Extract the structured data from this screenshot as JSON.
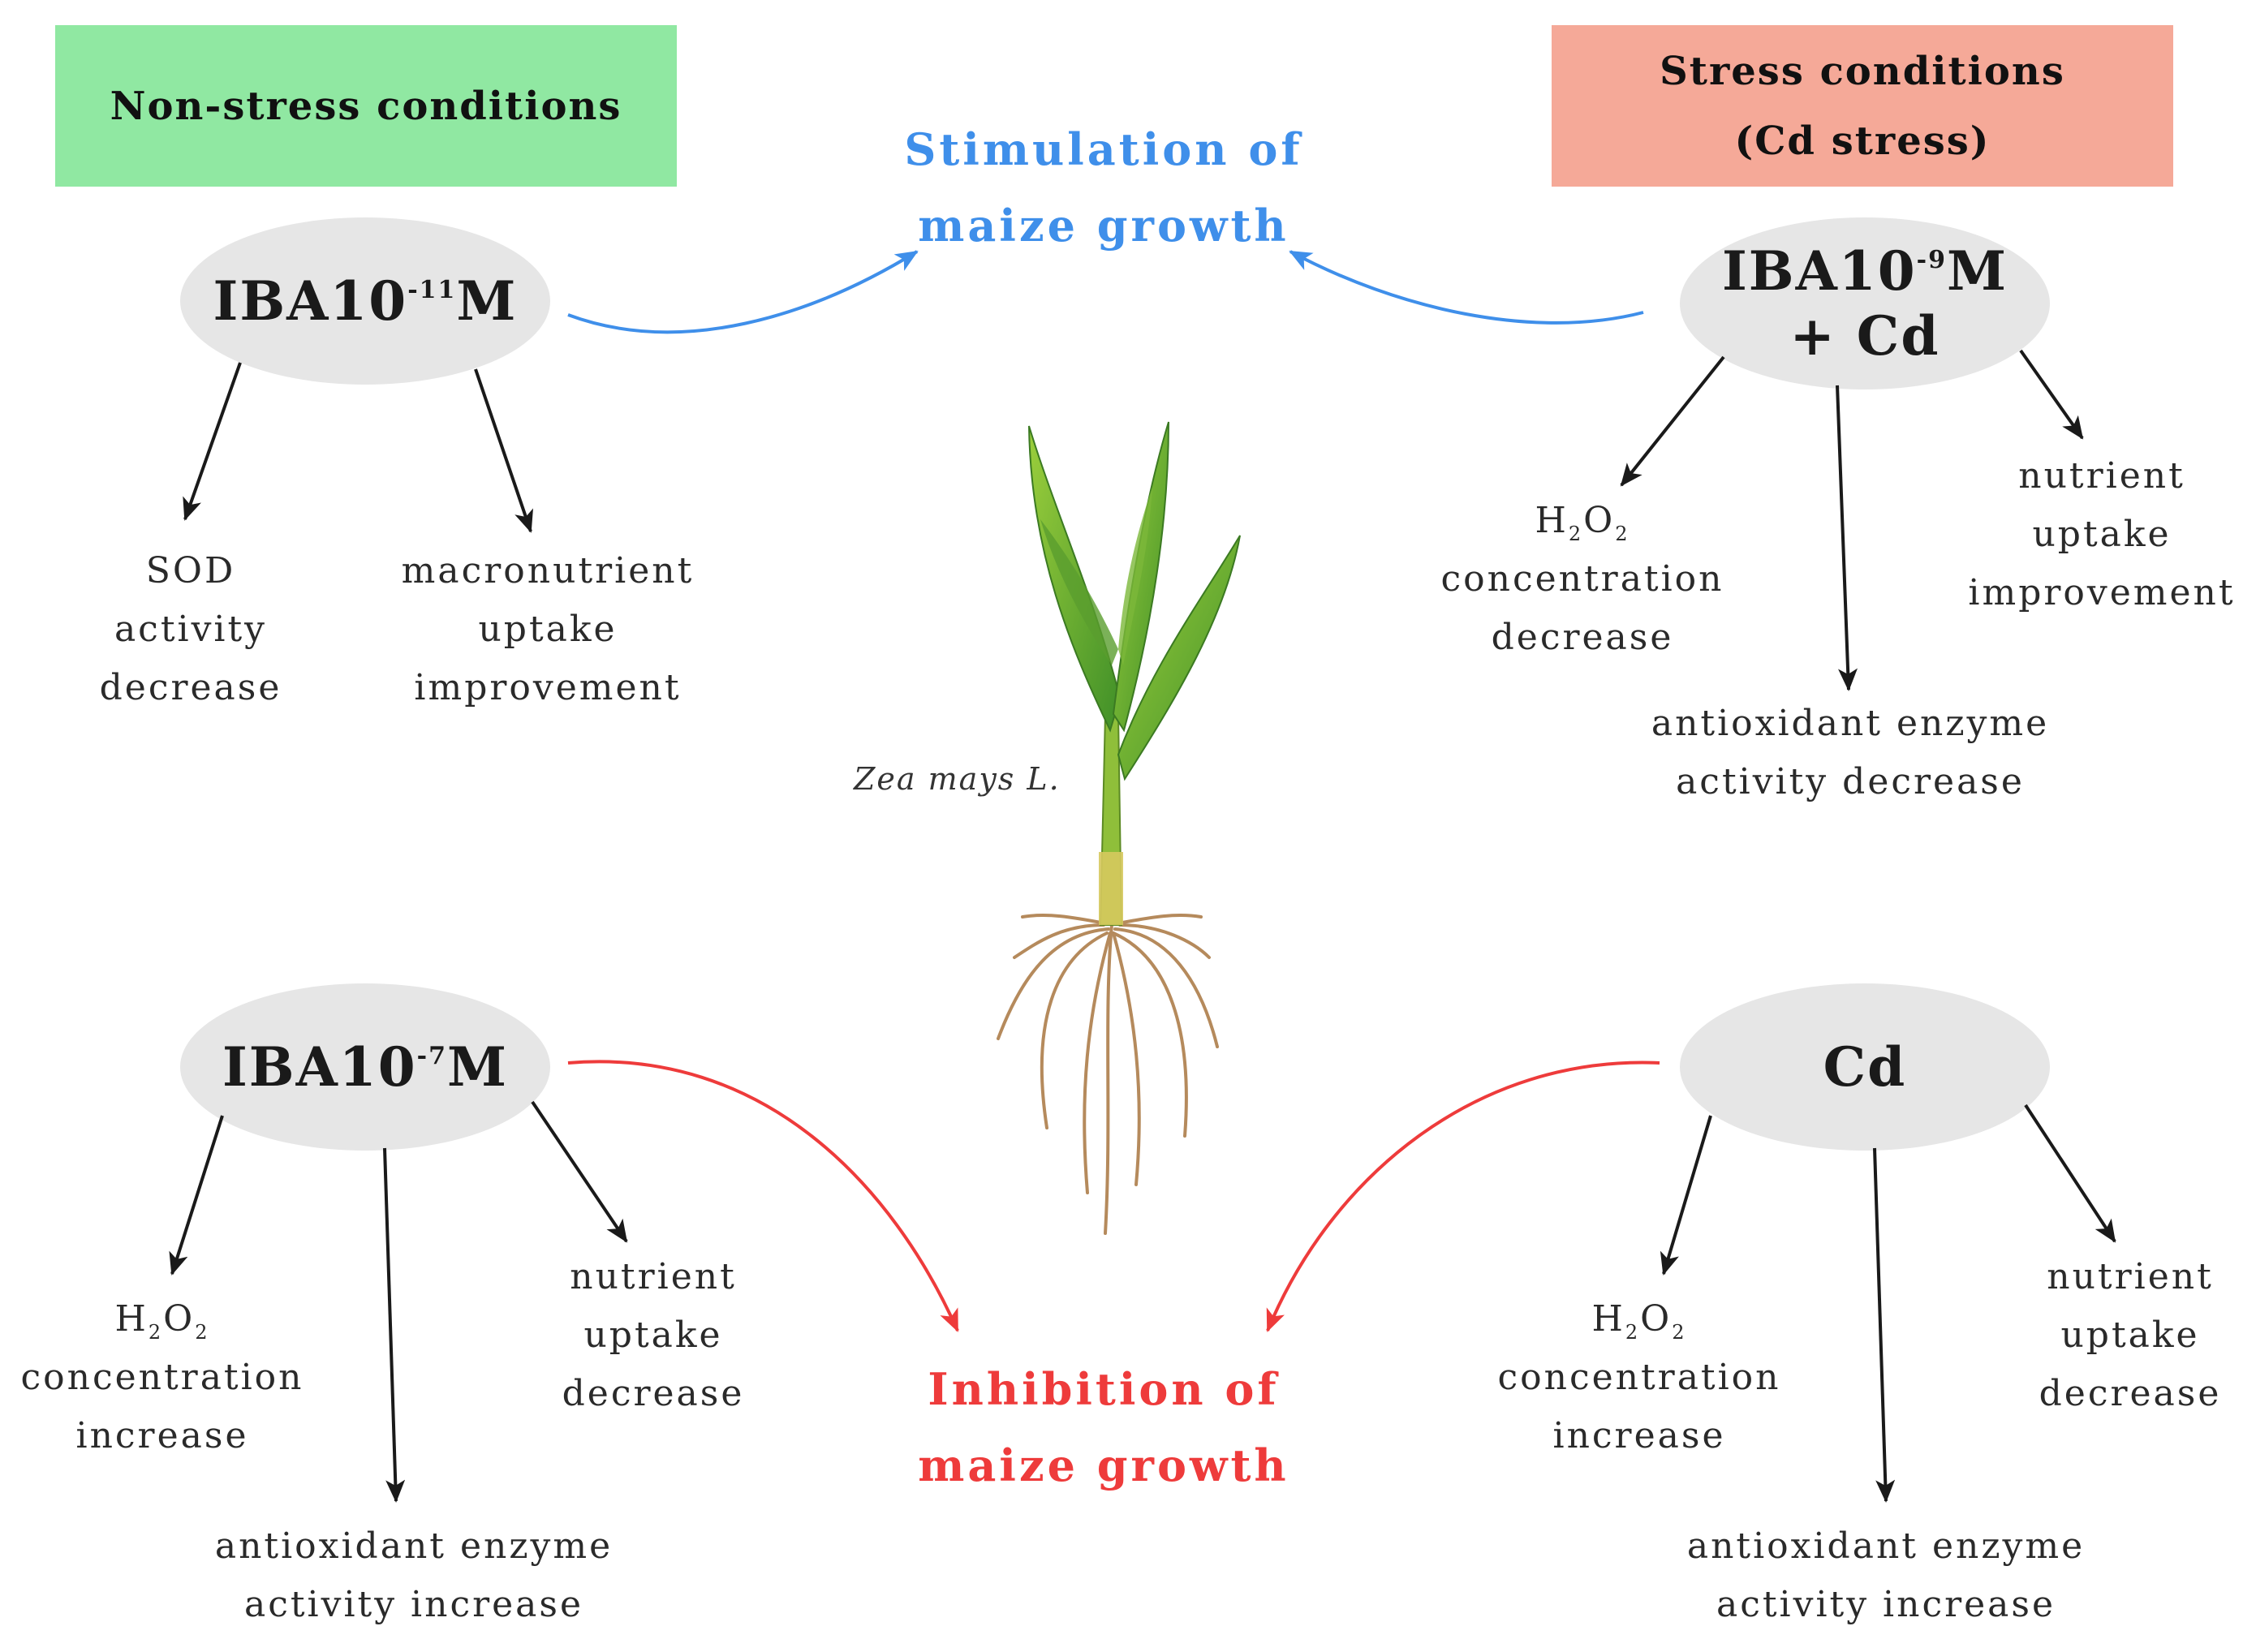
{
  "headers": {
    "non_stress": "Non-stress conditions",
    "stress_line1": "Stress conditions",
    "stress_line2": "(Cd stress)"
  },
  "colors": {
    "non_stress_bg": "#90e8a2",
    "stress_bg": "#f5a998",
    "stimulation": "#3f8fea",
    "inhibition": "#ee3b3b"
  },
  "outcomes": {
    "stimulation_line1": "Stimulation of",
    "stimulation_line2": "maize growth",
    "inhibition_line1": "Inhibition of",
    "inhibition_line2": "maize growth"
  },
  "species": "Zea mays L.",
  "nodes": {
    "iba11": {
      "prefix": "IBA10",
      "exp": "-11",
      "suffix": "M"
    },
    "iba9": {
      "prefix": "IBA10",
      "exp": "-9",
      "suffix": "M",
      "line2": "+ Cd"
    },
    "iba7": {
      "prefix": "IBA10",
      "exp": "-7",
      "suffix": "M"
    },
    "cd": {
      "label": "Cd"
    }
  },
  "effects": {
    "iba11_sod": [
      "SOD",
      "activity",
      "decrease"
    ],
    "iba11_macro": [
      "macronutrient",
      "uptake",
      "improvement"
    ],
    "iba9_h2o2": {
      "chem_h": "H",
      "chem_2a": "2",
      "chem_o": "O",
      "chem_2b": "2",
      "lines": [
        "concentration",
        "decrease"
      ]
    },
    "iba9_antiox": [
      "antioxidant enzyme",
      "activity decrease"
    ],
    "iba9_nutrient": [
      "nutrient",
      "uptake",
      "improvement"
    ],
    "iba7_h2o2": {
      "chem_h": "H",
      "chem_2a": "2",
      "chem_o": "O",
      "chem_2b": "2",
      "lines": [
        "concentration",
        "increase"
      ]
    },
    "iba7_antiox": [
      "antioxidant enzyme",
      "activity increase"
    ],
    "iba7_nutrient": [
      "nutrient",
      "uptake",
      "decrease"
    ],
    "cd_h2o2": {
      "chem_h": "H",
      "chem_2a": "2",
      "chem_o": "O",
      "chem_2b": "2",
      "lines": [
        "concentration",
        "increase"
      ]
    },
    "cd_antiox": [
      "antioxidant enzyme",
      "activity increase"
    ],
    "cd_nutrient": [
      "nutrient",
      "uptake",
      "decrease"
    ]
  }
}
